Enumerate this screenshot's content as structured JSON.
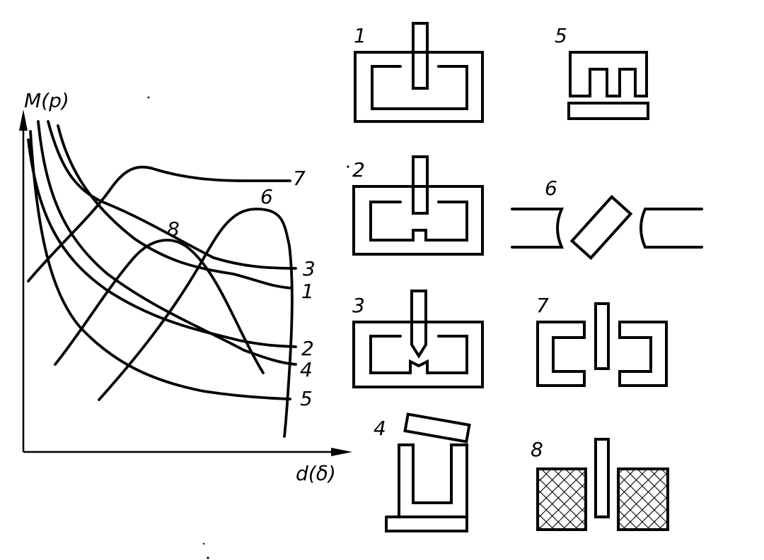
{
  "graph": {
    "y_axis_label": "M(p)",
    "x_axis_label": "d(δ)",
    "curve_labels": [
      "1",
      "2",
      "3",
      "4",
      "5",
      "6",
      "7",
      "8"
    ]
  },
  "variants": {
    "labels": [
      "1",
      "2",
      "3",
      "4",
      "5",
      "6",
      "7",
      "8"
    ]
  },
  "colors": {
    "ink": "#000000",
    "paper": "#ffffff"
  }
}
